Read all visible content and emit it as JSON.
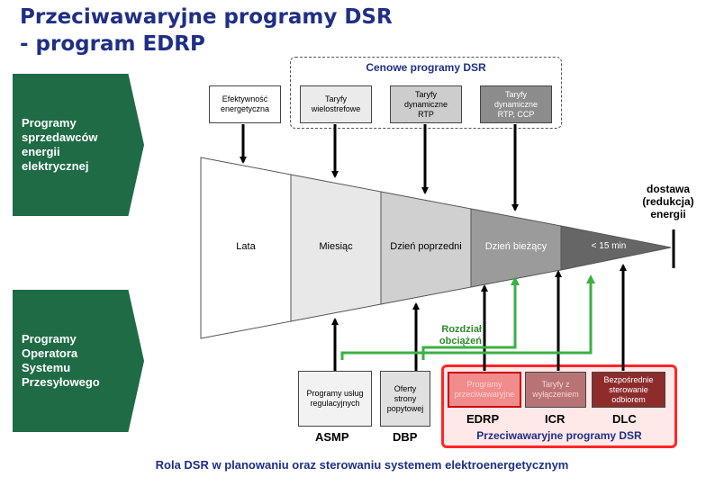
{
  "title": {
    "line1": "Przeciwawaryjne programy DSR",
    "line2": "- program EDRP"
  },
  "left_panels": {
    "top": "Programy\nsprzedawców\nenergii\nelektrycznej",
    "bottom": "Programy\nOperatora\nSystemu\nPrzesyłowego"
  },
  "top_group": {
    "title": "Cenowe programy DSR",
    "efficiency": "Efektywność\nenergetyczna",
    "boxes": [
      {
        "label": "Taryfy\nwielostrefowe"
      },
      {
        "label": "Taryfy\ndynamiczne\nRTP"
      },
      {
        "label": "Taryfy\ndynamiczne\nRTP, CCP"
      }
    ]
  },
  "timeline": {
    "stages": [
      "Lata",
      "Miesiąc",
      "Dzień poprzedni",
      "Dzień bieżący",
      "< 15 min"
    ],
    "end_label": "dostawa\n(redukcja)\nenergii"
  },
  "load_split_label": "Rozdział\nobciążeń",
  "bottom_programs": {
    "asmp_box": "Programy usług\nregulacyjnych",
    "asmp_label": "ASMP",
    "dbp_box": "Oferty\nstrony\npopytowej",
    "dbp_label": "DBP",
    "emergency": [
      {
        "box": "Programy\nprzeciwawaryjne",
        "label": "EDRP"
      },
      {
        "box": "Taryfy z\nwyłączeniem",
        "label": "ICR"
      },
      {
        "box": "Bezpośrednie\nsterowanie\nodbiorem",
        "label": "DLC"
      }
    ],
    "emergency_title": "Przeciwawaryjne programy DSR"
  },
  "caption": "Rola DSR w planowaniu oraz sterowaniu systemem elektroenergetycznym",
  "colors": {
    "title": "#1f2f86",
    "panel_green": "#1e6b45",
    "arrow_green": "#3cb043",
    "red_frame": "#ff2626"
  }
}
